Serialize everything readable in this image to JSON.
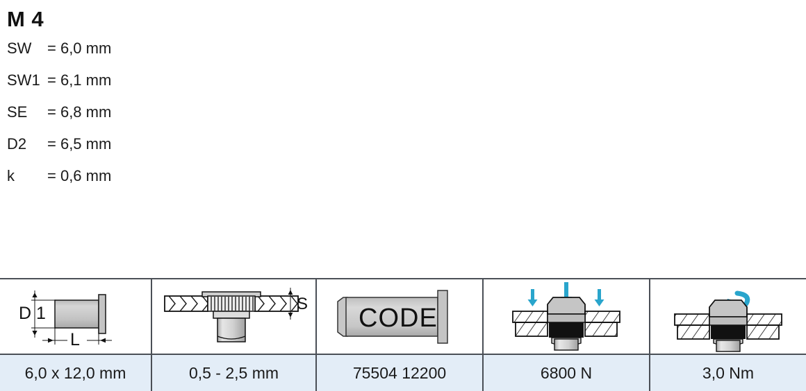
{
  "header": {
    "title": "M 4",
    "specs": [
      {
        "label": "SW",
        "value": "= 6,0 mm"
      },
      {
        "label": "SW1",
        "value": "= 6,1 mm"
      },
      {
        "label": "SE",
        "value": "= 6,8 mm"
      },
      {
        "label": "D2",
        "value": "= 6,5 mm"
      },
      {
        "label": "k",
        "value": "= 0,6 mm"
      }
    ]
  },
  "table": {
    "columns": [
      {
        "figure_name": "rivet-dimensions-drawing",
        "figure_labels": {
          "diameter": "D 1",
          "length": "L"
        },
        "value": "6,0 x 12,0 mm"
      },
      {
        "figure_name": "sheet-thickness-drawing",
        "figure_labels": {
          "thickness": "S"
        },
        "value": "0,5 - 2,5 mm"
      },
      {
        "figure_name": "code-marking-drawing",
        "figure_labels": {
          "code": "CODE"
        },
        "value": "75504 12200"
      },
      {
        "figure_name": "pull-out-force-drawing",
        "figure_labels": {},
        "value": "6800 N"
      },
      {
        "figure_name": "tightening-torque-drawing",
        "figure_labels": {},
        "value": "3,0 Nm"
      }
    ]
  },
  "colors": {
    "accent_blue": "#29a5cc",
    "footer_band": "#e3edf7",
    "rule": "#4a4f56",
    "metal_light": "#efefef",
    "metal_mid": "#c9c9c9",
    "metal_dark": "#9a9a9a"
  }
}
